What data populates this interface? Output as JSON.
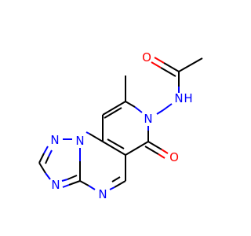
{
  "atom_labels": {
    "o_acetyl": "O",
    "nh": "N",
    "h": "H",
    "n_ring": "N",
    "o_keto": "O",
    "n_triazole_top": "N",
    "n_bridge": "N",
    "n_triazole_left": "N",
    "n_pyrimidine": "N"
  },
  "colors": {
    "carbon_bond": "#000000",
    "nitrogen": "#0000ff",
    "oxygen": "#ff0000"
  }
}
